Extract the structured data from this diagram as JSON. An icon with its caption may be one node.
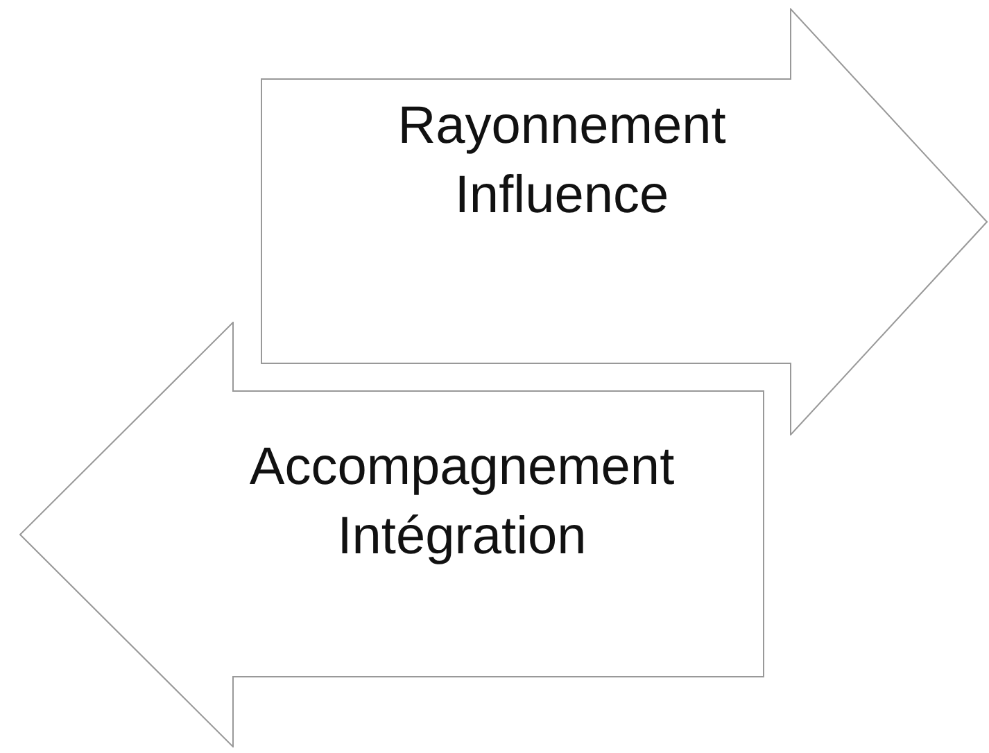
{
  "diagram": {
    "nodes": [
      {
        "text": [
          "Rayonnement",
          "Influence"
        ]
      },
      {
        "text": [
          "Accompagnement",
          "Intégration"
        ]
      }
    ]
  }
}
